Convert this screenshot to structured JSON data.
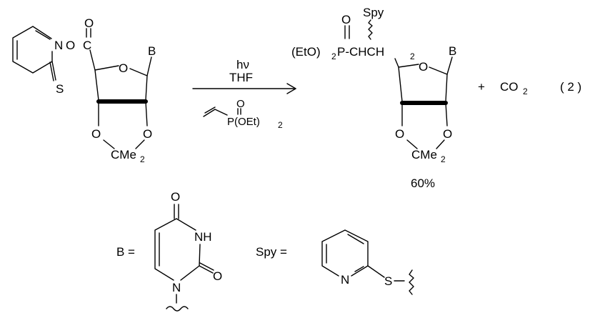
{
  "reagents": {
    "light": "hν",
    "solvent": "THF",
    "phosphonate_P": "P(OEt)",
    "phosphonate_sub": "2",
    "phosphonate_O": "O"
  },
  "reactant": {
    "acyl_N": "N",
    "ester_O": "O",
    "carbonyl_C": "C",
    "carbonyl_O": "O",
    "thione_S": "S",
    "ring_O": "O",
    "base": "B",
    "acetonide_O1": "O",
    "acetonide_O2": "O",
    "cme": "CMe",
    "cme_sub": "2"
  },
  "product": {
    "peto": "(EtO)",
    "peto_sub": "2",
    "p_chain": "P-CHCH",
    "chain_sub": "2",
    "p_O": "O",
    "spy": "Spy",
    "ring_O": "O",
    "base": "B",
    "acetonide_O1": "O",
    "acetonide_O2": "O",
    "cme": "CMe",
    "cme_sub": "2",
    "yield": "60%"
  },
  "byproduct": {
    "plus": "+",
    "co": "CO",
    "co_sub": "2"
  },
  "equation_number": "( 2 )",
  "legend": {
    "b_equals": "B =",
    "spy_equals": "Spy  =",
    "uracil_O_top": "O",
    "uracil_NH": "NH",
    "uracil_O_right": "O",
    "uracil_N": "N",
    "spy_N": "N",
    "spy_S": "S"
  }
}
